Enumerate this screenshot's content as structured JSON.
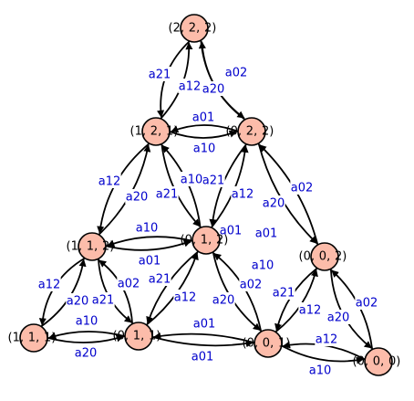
{
  "colors": {
    "node_fill": "#fcbcaa",
    "edge": "#000000",
    "edge_label": "#0000cc"
  },
  "nodes": [
    {
      "id": "n220",
      "parts": [
        "(2",
        "2",
        "2)"
      ]
    },
    {
      "id": "n121",
      "parts": [
        "(1",
        "2",
        "1)"
      ]
    },
    {
      "id": "n022",
      "parts": [
        "(0",
        "2",
        "2)"
      ]
    },
    {
      "id": "n112",
      "parts": [
        "(1",
        "1",
        "2)"
      ]
    },
    {
      "id": "n012",
      "parts": [
        "(0",
        "1",
        "2)"
      ]
    },
    {
      "id": "n002",
      "parts": [
        "(0",
        "0",
        "2)"
      ]
    },
    {
      "id": "n111",
      "parts": [
        "(1",
        "1",
        "1)"
      ]
    },
    {
      "id": "n011",
      "parts": [
        "(0",
        "1",
        "1)"
      ]
    },
    {
      "id": "n001",
      "parts": [
        "(0",
        "0",
        "1)"
      ]
    },
    {
      "id": "n000",
      "parts": [
        "(0",
        "0",
        "0)"
      ]
    }
  ],
  "edge_labels": [
    "a21",
    "a12",
    "a20",
    "a02",
    "a01",
    "a10",
    "a0",
    "a21",
    "a12",
    "a20",
    "a21",
    "a12",
    "a20",
    "a02",
    "a10",
    "a01",
    "a01",
    "a10",
    "a02",
    "a21",
    "a12",
    "a20",
    "a21",
    "a12",
    "a20",
    "a02",
    "a21",
    "a12",
    "a20",
    "a02",
    "a10",
    "a01",
    "a12",
    "a20",
    "a01",
    "a10",
    "a01",
    "a10"
  ]
}
